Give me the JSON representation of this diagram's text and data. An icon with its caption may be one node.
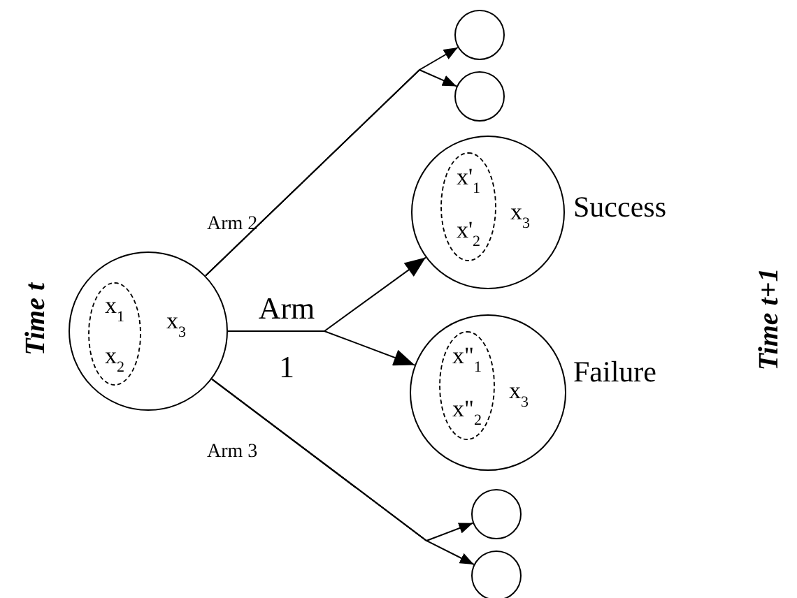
{
  "diagram": {
    "nodes": [
      {
        "text": [
          "x$_{3}$"
        ]
      },
      {
        "text": [
          "x$_{1}$",
          "x$_{2}$"
        ],
        "in": 0
      },
      {
        "text": [
          "x$_{3}$"
        ],
        "beside": [
          "Success"
        ]
      },
      {
        "text": [
          "x'$_{1}$",
          "x'$_{2}$"
        ],
        "in": 2
      },
      {
        "text": [
          "x$_{3}$"
        ],
        "beside": [
          "Failure"
        ]
      },
      {
        "text": [
          "x\"$_{1}$",
          "x\"$_{2}$"
        ],
        "in": 4
      },
      {
        "text": [],
        "shape": "circle"
      },
      {
        "text": [],
        "shape": "circle"
      },
      {
        "text": [],
        "shape": "circle"
      },
      {
        "text": [],
        "shape": "circle"
      }
    ],
    "edges": [
      {
        "from": 0,
        "to": 2,
        "arrow": "to",
        "label": "Arm 1"
      },
      {
        "from": 0,
        "to": 4,
        "arrow": "to"
      },
      {
        "from": 0,
        "to": 6,
        "arrow": "to",
        "label": "Arm 2"
      },
      {
        "from": 0,
        "to": 7,
        "arrow": "to"
      },
      {
        "from": 0,
        "to": 8,
        "arrow": "to",
        "label": "Arm 3"
      },
      {
        "from": 0,
        "to": 9,
        "arrow": "to"
      }
    ],
    "labels": [
      "Time t",
      "Time t+1"
    ]
  }
}
